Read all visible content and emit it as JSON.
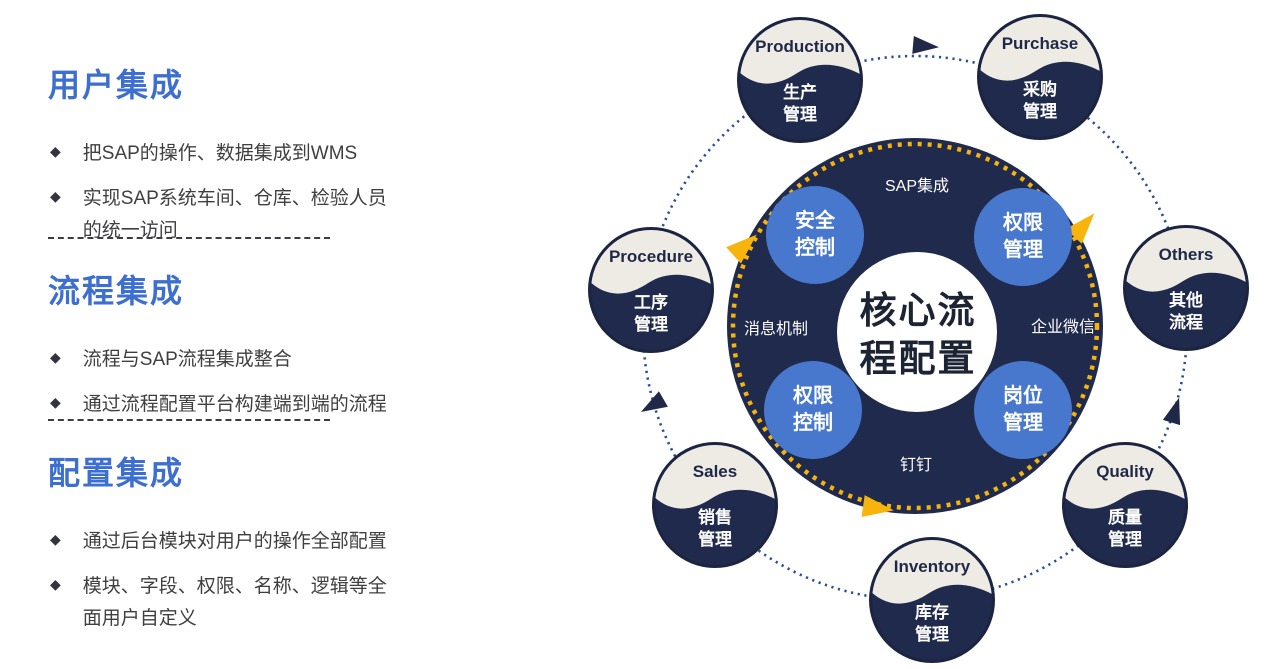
{
  "sections": [
    {
      "title": "用户集成",
      "bullets": [
        "把SAP的操作、数据集成到WMS",
        "实现SAP系统车间、仓库、检验人员的统一访问"
      ]
    },
    {
      "title": "流程集成",
      "bullets": [
        "流程与SAP流程集成整合",
        "通过流程配置平台构建端到端的流程"
      ]
    },
    {
      "title": "配置集成",
      "bullets": [
        "通过后台模块对用户的操作全部配置",
        "模块、字段、权限、名称、逻辑等全面用户自定义"
      ]
    }
  ],
  "diagram": {
    "center_line1": "核心流",
    "center_line2": "程配置",
    "center_title": "核心流程配置",
    "inner_labels": {
      "top": "SAP集成",
      "left": "消息机制",
      "right": "企业微信",
      "bottom": "钉钉"
    },
    "inner_circles": [
      {
        "line1": "安全",
        "line2": "控制"
      },
      {
        "line1": "权限",
        "line2": "管理"
      },
      {
        "line1": "权限",
        "line2": "控制"
      },
      {
        "line1": "岗位",
        "line2": "管理"
      }
    ],
    "nodes": [
      {
        "en": "Production",
        "zh1": "生产",
        "zh2": "管理"
      },
      {
        "en": "Purchase",
        "zh1": "采购",
        "zh2": "管理"
      },
      {
        "en": "Procedure",
        "zh1": "工序",
        "zh2": "管理"
      },
      {
        "en": "Others",
        "zh1": "其他",
        "zh2": "流程"
      },
      {
        "en": "Sales",
        "zh1": "销售",
        "zh2": "管理"
      },
      {
        "en": "Quality",
        "zh1": "质量",
        "zh2": "管理"
      },
      {
        "en": "Inventory",
        "zh1": "库存",
        "zh2": "管理"
      }
    ],
    "colors": {
      "navy": "#202a4c",
      "node_cream": "#eeebe4",
      "inner_blue": "#4878cd",
      "ring_yellow": "#f7b40c",
      "dot_blue": "#2c4c94",
      "heading_blue": "#3d6fd1"
    }
  }
}
